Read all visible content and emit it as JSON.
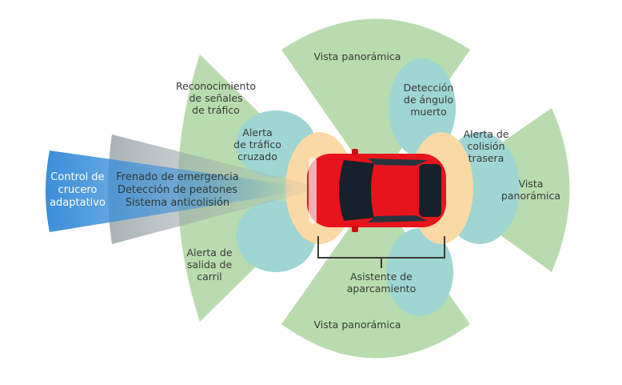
{
  "labels": {
    "vista_top": "Vista panorámica",
    "vista_bottom": "Vista panorámica",
    "vista_right": [
      "Vista",
      "panorámica"
    ],
    "senales": [
      "Reconocimiento",
      "de señales",
      "de tráfico"
    ],
    "angulo": [
      "Detección",
      "de ángulo",
      "muerto"
    ],
    "trafico_cruzado": [
      "Alerta",
      "de tráfico",
      "cruzado"
    ],
    "colision_trasera": [
      "Alerta de",
      "colisión",
      "trasera"
    ],
    "crucero": [
      "Control de",
      "crucero",
      "adaptativo"
    ],
    "frenado": [
      "Frenado de emergencia",
      "Detección de peatones",
      "Sistema anticolisión"
    ],
    "salida_carril": [
      "Alerta de",
      "salida de",
      "carril"
    ],
    "aparcamiento": [
      "Asistente de",
      "aparcamiento"
    ]
  },
  "colors": {
    "green": "#b9dcae",
    "teal": "#9fd6d3",
    "orange": "#fbd9a4",
    "gray": "#a9b4b7",
    "blue": "#3a8fd9",
    "car": "#e8141b"
  }
}
